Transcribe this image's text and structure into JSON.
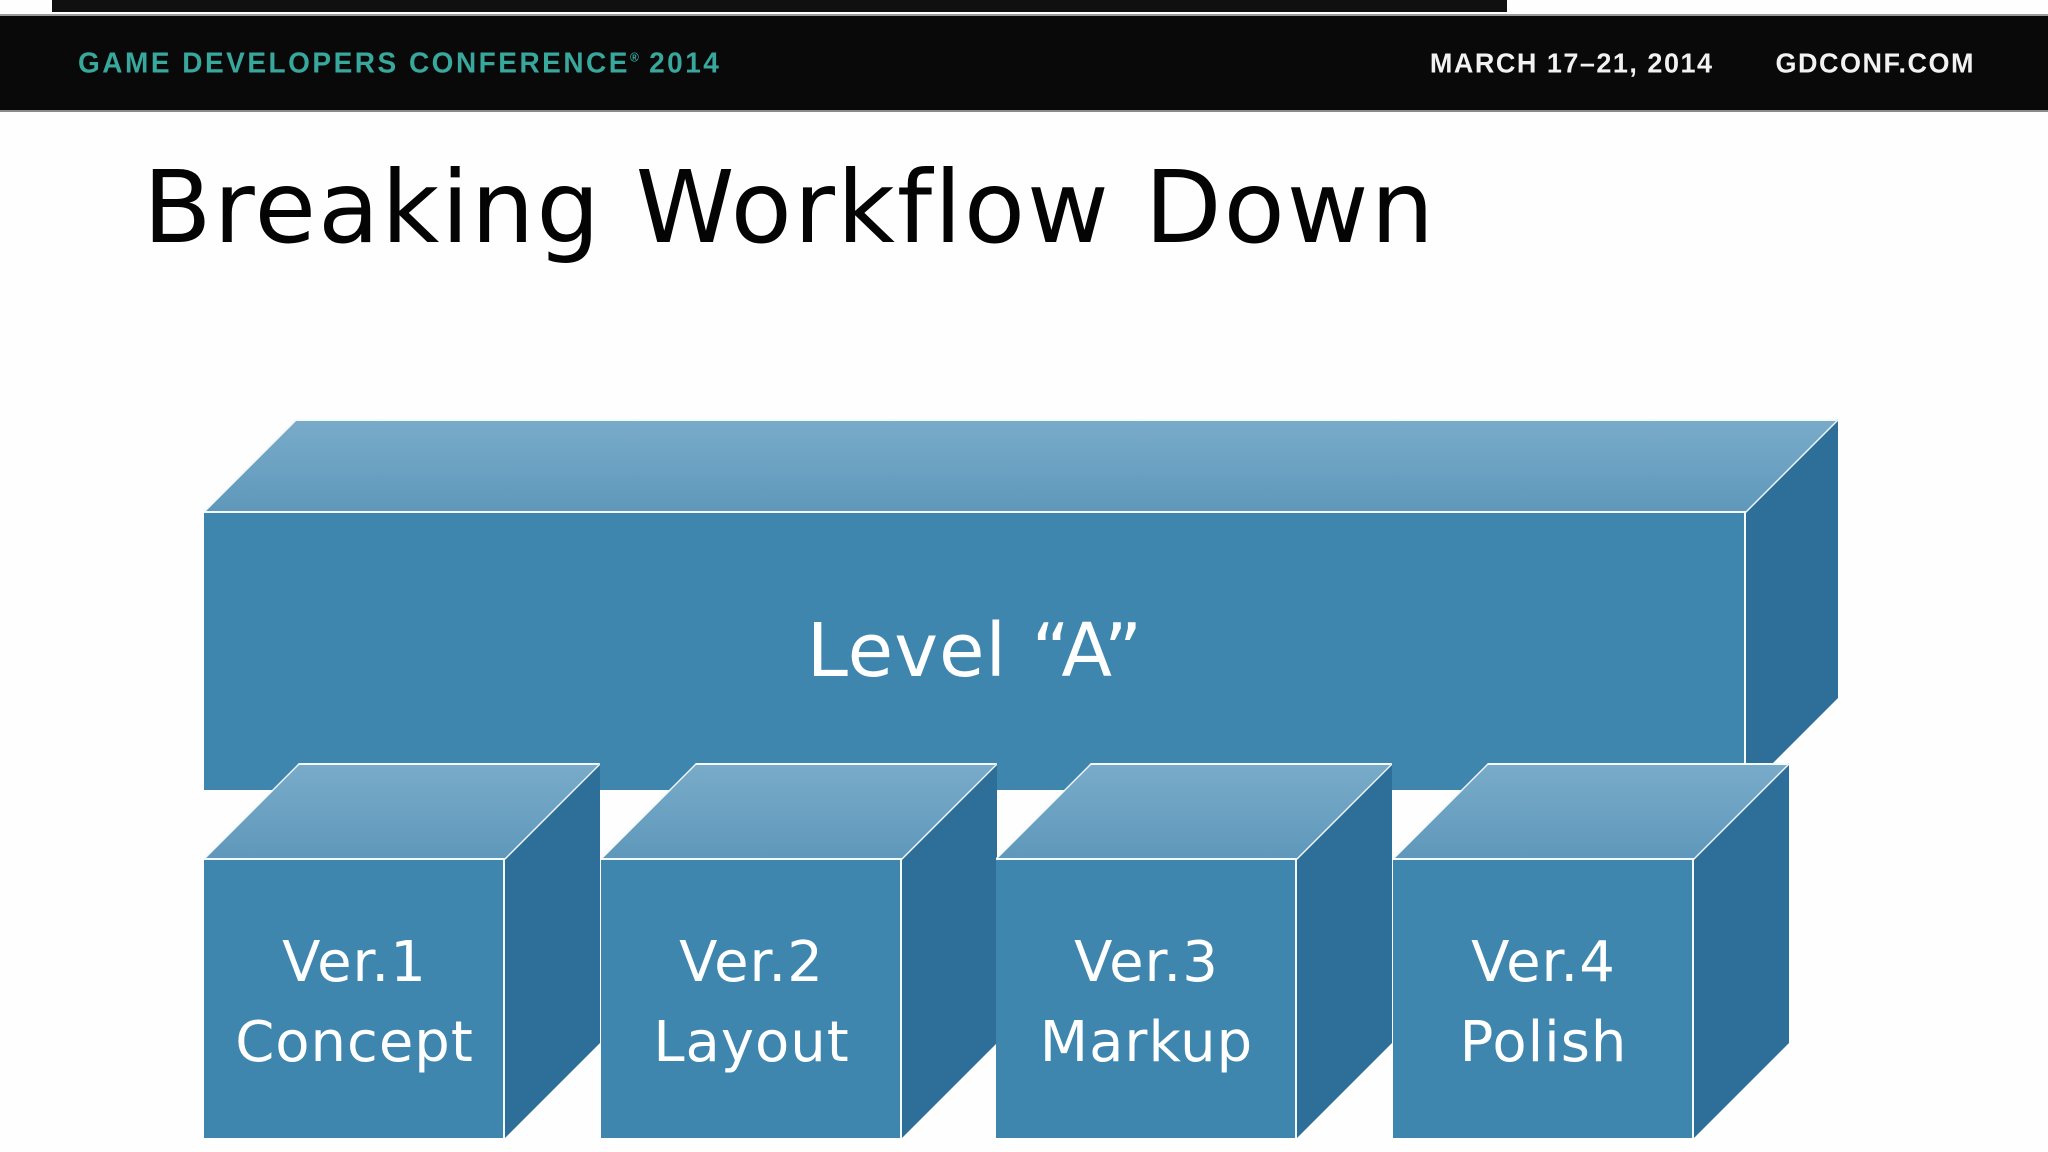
{
  "header": {
    "logo_text": "GAME DEVELOPERS CONFERENCE",
    "logo_mark": "®",
    "logo_year": " 2014",
    "dates": "MARCH 17–21, 2014",
    "website": "GDCONF.COM"
  },
  "slide": {
    "title": "Breaking Workflow Down"
  },
  "diagram": {
    "colors": {
      "accent-teal": "#38a89d",
      "bar": "#090909",
      "front": "#3f86ae",
      "top-light": "#79abc9",
      "top-dark": "#5f98bb",
      "side": "#2d6f99",
      "edge": "#f4f9fc"
    },
    "level_box": {
      "label": "Level “A”"
    },
    "version_boxes": [
      {
        "line1": "Ver.1",
        "line2": "Concept"
      },
      {
        "line1": "Ver.2",
        "line2": "Layout"
      },
      {
        "line1": "Ver.3",
        "line2": "Markup"
      },
      {
        "line1": "Ver.4",
        "line2": "Polish"
      }
    ]
  }
}
